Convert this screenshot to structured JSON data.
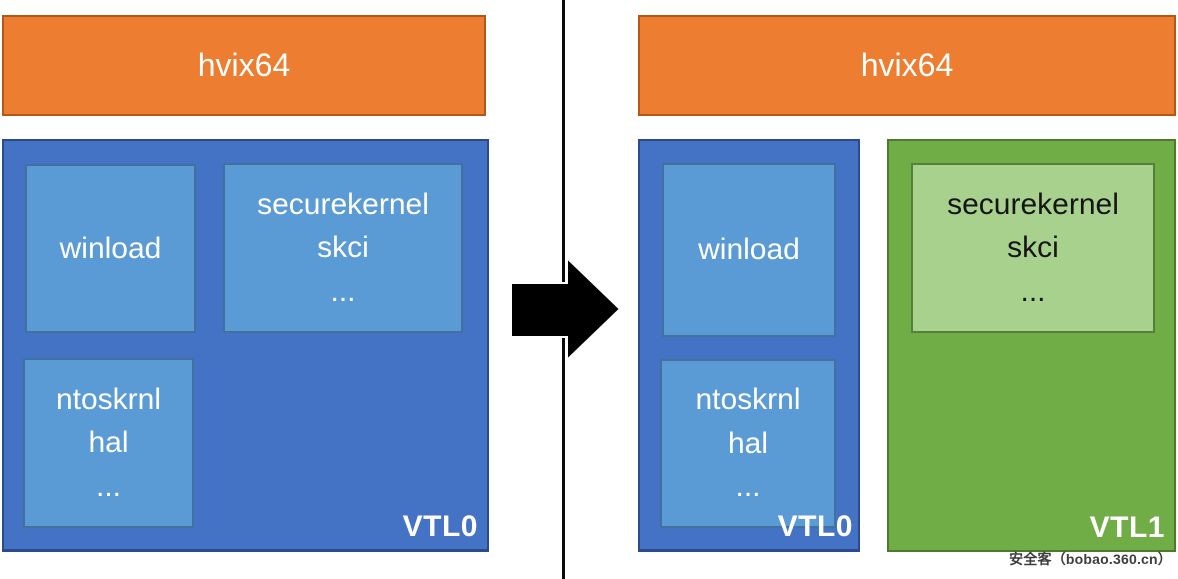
{
  "colors": {
    "orange_fill": "#ED7D31",
    "orange_border": "#B45815",
    "blue_fill": "#4472C4",
    "blue_border": "#2B4B8C",
    "lightblue_fill": "#5B9BD5",
    "lightblue_border": "#41719C",
    "green_fill": "#70AD47",
    "green_border": "#4F7A2E",
    "lightgreen_fill": "#A9D18E",
    "lightgreen_border": "#538135",
    "arrow_color": "#000000",
    "divider_color": "#0a0a0a",
    "watermark_color": "#3d3d3d"
  },
  "left_panel": {
    "hypervisor_label": "hvix64",
    "vtl0": {
      "badge": "VTL0",
      "winload_label": "winload",
      "securekernel_lines": [
        "securekernel",
        "skci",
        "..."
      ],
      "ntoskrnl_lines": [
        "ntoskrnl",
        "hal",
        "..."
      ]
    }
  },
  "right_panel": {
    "hypervisor_label": "hvix64",
    "vtl0": {
      "badge": "VTL0",
      "winload_label": "winload",
      "ntoskrnl_lines": [
        "ntoskrnl",
        "hal",
        "..."
      ]
    },
    "vtl1": {
      "badge": "VTL1",
      "securekernel_lines": [
        "securekernel",
        "skci",
        "..."
      ]
    }
  },
  "watermark": "安全客（bobao.360.cn）"
}
